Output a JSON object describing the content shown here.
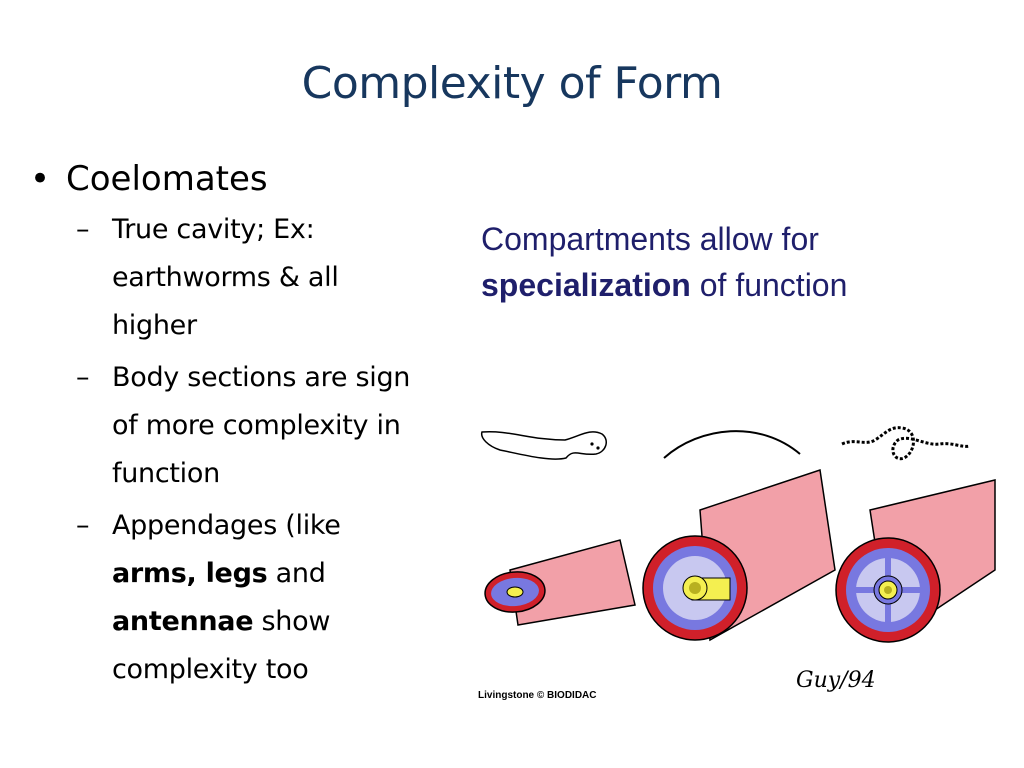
{
  "title": "Complexity of Form",
  "bullet": {
    "label": "Coelomates",
    "subitems": [
      {
        "text": "True cavity; Ex: earthworms & all higher"
      },
      {
        "text": "Body sections are sign of more complexity in function"
      },
      {
        "pre": "Appendages (like ",
        "b1": "arms, legs",
        "mid": " and ",
        "b2": "antennae",
        "post": " show complexity too"
      }
    ]
  },
  "caption": {
    "line1": "Compartments allow for",
    "bold": "specialization",
    "rest": " of function"
  },
  "figure": {
    "credit": "Livingstone © BIODIDAC",
    "signature": "Guy/94"
  },
  "colors": {
    "title": "#17375e",
    "caption": "#1f1f6b",
    "pink": "#f2a0a8",
    "red": "#d0202a",
    "blue": "#7878e0",
    "yellow": "#f4ef50"
  }
}
